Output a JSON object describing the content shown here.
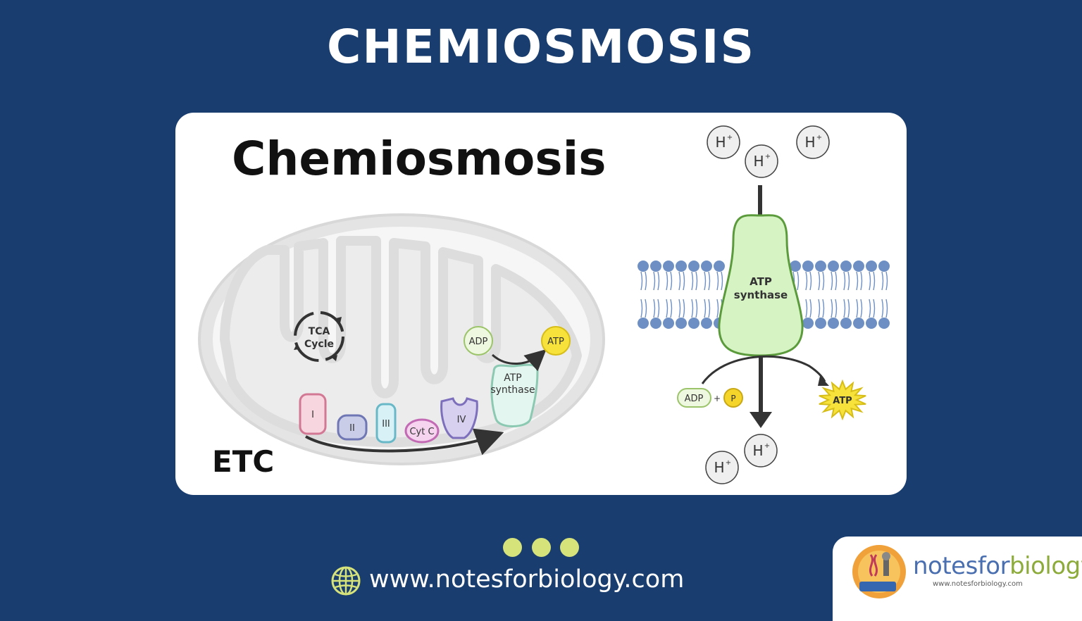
{
  "banner": {
    "title": "CHEMIOSMOSIS"
  },
  "diagram": {
    "heading": "Chemiosmosis",
    "etc_label": "ETC",
    "tca_label_line1": "TCA",
    "tca_label_line2": "Cycle",
    "complexes": [
      "I",
      "II",
      "III",
      "Cyt C",
      "IV"
    ],
    "mito_atp_synthase_line1": "ATP",
    "mito_atp_synthase_line2": "synthase",
    "mito_adp": "ADP",
    "mito_atp": "ATP",
    "proton": "H",
    "proton_charge": "+",
    "membrane_atp_synthase_line1": "ATP",
    "membrane_atp_synthase_line2": "synthase",
    "membrane_adp": "ADP",
    "plus": "+",
    "phosphate": "P",
    "membrane_atp": "ATP"
  },
  "footer": {
    "url": "www.notesforbiology.com",
    "logo_text_part1": "notesfor",
    "logo_text_part2": "biology",
    "logo_subtext": "www.notesforbiology.com"
  },
  "colors": {
    "background": "#183d6e",
    "card": "#ffffff",
    "dots": "#d6e27a",
    "atp_yellow": "#f6e23a",
    "synthase_green": "#d6f3c4",
    "membrane_blue": "#6d8fc4"
  }
}
